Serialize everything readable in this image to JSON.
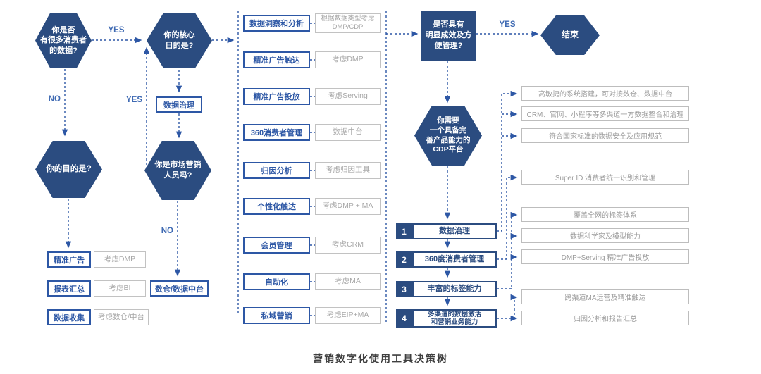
{
  "caption": "营销数字化使用工具决策树",
  "decision_labels": {
    "yes": "YES",
    "no": "NO"
  },
  "colors": {
    "node_fill": "#2b4c80",
    "line_blue": "#2d57a5",
    "gray_border": "#c2c2c2",
    "gray_text": "#a7a7a7"
  },
  "left": {
    "hex_has_data": "你是否\n有很多消费者\n的数据?",
    "hex_core_purpose": "你的核心\n目的是?",
    "box_data_governance": "数据治理",
    "hex_your_purpose": "你的目的是?",
    "hex_are_marketer": "你是市场营销\n人员吗?",
    "outcomes": [
      {
        "label": "精准广告",
        "consider": "考虑DMP"
      },
      {
        "label": "报表汇总",
        "consider": "考虑BI"
      },
      {
        "label": "数据收集",
        "consider": "考虑数仓/中台"
      }
    ],
    "box_warehouse": "数仓/数据中台"
  },
  "middle": {
    "rows": [
      {
        "need": "数据洞察和分析",
        "consider": "根据数据类型考虑\nDMP/CDP"
      },
      {
        "need": "精准广告触达",
        "consider": "考虑DMP"
      },
      {
        "need": "精准广告投放",
        "consider": "考虑Serving"
      },
      {
        "need": "360消费者管理",
        "consider": "数据中台"
      },
      {
        "need": "归因分析",
        "consider": "考虑归因工具"
      },
      {
        "need": "个性化触达",
        "consider": "考虑DMP + MA"
      },
      {
        "need": "会员管理",
        "consider": "考虑CRM"
      },
      {
        "need": "自动化",
        "consider": "考虑MA"
      },
      {
        "need": "私域营销",
        "consider": "考虑EIP+MA"
      }
    ]
  },
  "right": {
    "box_effective": "是否具有\n明显成效及方\n便管理?",
    "hex_end": "结束",
    "hex_need_cdp": "你需要\n一个具备完\n善产品能力的\nCDP平台",
    "capabilities": [
      {
        "num": "1",
        "label": "数据治理"
      },
      {
        "num": "2",
        "label": "360度消费者管理"
      },
      {
        "num": "3",
        "label": "丰富的标签能力"
      },
      {
        "num": "4",
        "label": "多渠道的数据激活\n和营销业务能力"
      }
    ],
    "features": [
      "高敏捷的系统搭建，可对接数仓、数据中台",
      "CRM、官网、小程序等多渠道一方数据整合和治理",
      "符合国家标准的数据安全及应用规范",
      "Super ID 消费者统一识别和管理",
      "覆盖全网的标签体系",
      "数据科学家及模型能力",
      "DMP+Serving 精准广告投放",
      "跨渠道MA运营及精准触达",
      "归因分析和报告汇总"
    ]
  }
}
